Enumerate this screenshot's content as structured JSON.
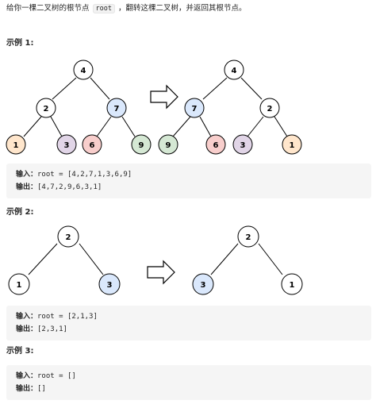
{
  "problem": {
    "prefix": "给你一棵二叉树的根节点",
    "code": "root",
    "suffix": "，翻转这棵二叉树，并返回其根节点。"
  },
  "examples": [
    {
      "title": "示例 1:",
      "input_label": "输入：",
      "input": "root = [4,2,7,1,3,6,9]",
      "output_label": "输出：",
      "output": "[4,7,2,9,6,3,1]",
      "before": [
        {
          "value": "4",
          "color": "#ffffff"
        },
        {
          "value": "2",
          "color": "#ffffff"
        },
        {
          "value": "7",
          "color": "#dae8fc"
        },
        {
          "value": "1",
          "color": "#ffe6cc"
        },
        {
          "value": "3",
          "color": "#e1d5e7"
        },
        {
          "value": "6",
          "color": "#f8cecc"
        },
        {
          "value": "9",
          "color": "#d5e8d4"
        }
      ],
      "after": [
        {
          "value": "4",
          "color": "#ffffff"
        },
        {
          "value": "7",
          "color": "#dae8fc"
        },
        {
          "value": "2",
          "color": "#ffffff"
        },
        {
          "value": "9",
          "color": "#d5e8d4"
        },
        {
          "value": "6",
          "color": "#f8cecc"
        },
        {
          "value": "3",
          "color": "#e1d5e7"
        },
        {
          "value": "1",
          "color": "#ffe6cc"
        }
      ]
    },
    {
      "title": "示例 2:",
      "input_label": "输入：",
      "input": "root = [2,1,3]",
      "output_label": "输出：",
      "output": "[2,3,1]",
      "before": [
        {
          "value": "2",
          "color": "#ffffff"
        },
        {
          "value": "1",
          "color": "#ffffff"
        },
        {
          "value": "3",
          "color": "#dae8fc"
        }
      ],
      "after": [
        {
          "value": "2",
          "color": "#ffffff"
        },
        {
          "value": "3",
          "color": "#dae8fc"
        },
        {
          "value": "1",
          "color": "#ffffff"
        }
      ]
    },
    {
      "title": "示例 3:",
      "input_label": "输入：",
      "input": "root = []",
      "output_label": "输出：",
      "output": "[]"
    }
  ]
}
